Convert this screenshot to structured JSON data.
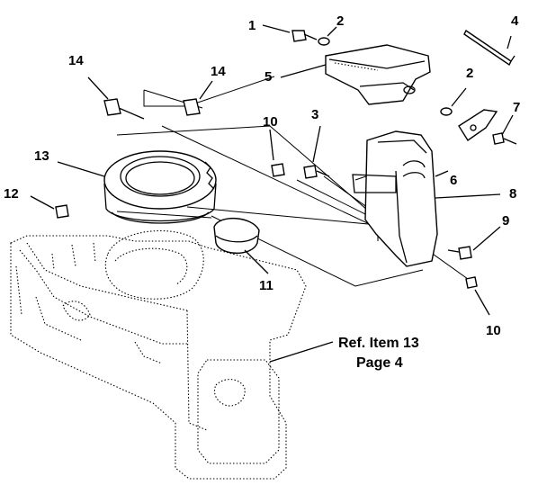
{
  "callouts": {
    "c1": "1",
    "c2a": "2",
    "c2b": "2",
    "c3": "3",
    "c4": "4",
    "c5": "5",
    "c6": "6",
    "c7": "7",
    "c8": "8",
    "c9": "9",
    "c10a": "10",
    "c10b": "10",
    "c11": "11",
    "c12": "12",
    "c13": "13",
    "c14a": "14",
    "c14b": "14"
  },
  "reference": {
    "line1": "Ref. Item 13",
    "line2": "Page 4"
  }
}
